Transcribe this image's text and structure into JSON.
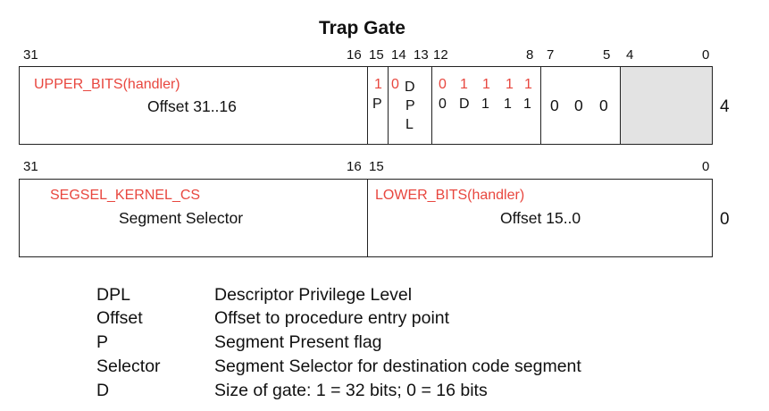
{
  "title": "Trap Gate",
  "row1": {
    "bit_labels": [
      "31",
      "16",
      "15",
      "14",
      "13",
      "12",
      "8",
      "7",
      "5",
      "4",
      "0"
    ],
    "upper_red": "UPPER_BITS(handler)",
    "offset_label": "Offset 31..16",
    "p_red": "1",
    "p_label": "P",
    "dpl_red": "0",
    "dpl_letters": [
      "D",
      "P",
      "L"
    ],
    "type_red": [
      "0",
      "1",
      "1",
      "1",
      "1"
    ],
    "type_bits": [
      "0",
      "D",
      "1",
      "1",
      "1"
    ],
    "zero_bits": [
      "0",
      "0",
      "0"
    ],
    "index": "4"
  },
  "row2": {
    "bit_labels": [
      "31",
      "16",
      "15",
      "0"
    ],
    "segsel_red": "SEGSEL_KERNEL_CS",
    "segsel_label": "Segment Selector",
    "lower_red": "LOWER_BITS(handler)",
    "offset_label": "Offset 15..0",
    "index": "0"
  },
  "legend": [
    {
      "term": "DPL",
      "desc": "Descriptor Privilege Level"
    },
    {
      "term": "Offset",
      "desc": "Offset to procedure entry point"
    },
    {
      "term": "P",
      "desc": "Segment Present flag"
    },
    {
      "term": "Selector",
      "desc": "Segment Selector for destination code segment"
    },
    {
      "term": "D",
      "desc": "Size of gate: 1 = 32 bits; 0 = 16 bits"
    }
  ],
  "colors": {
    "annotation": "#e8473f",
    "reserved_fill": "#e3e3e3",
    "border": "#222222"
  }
}
